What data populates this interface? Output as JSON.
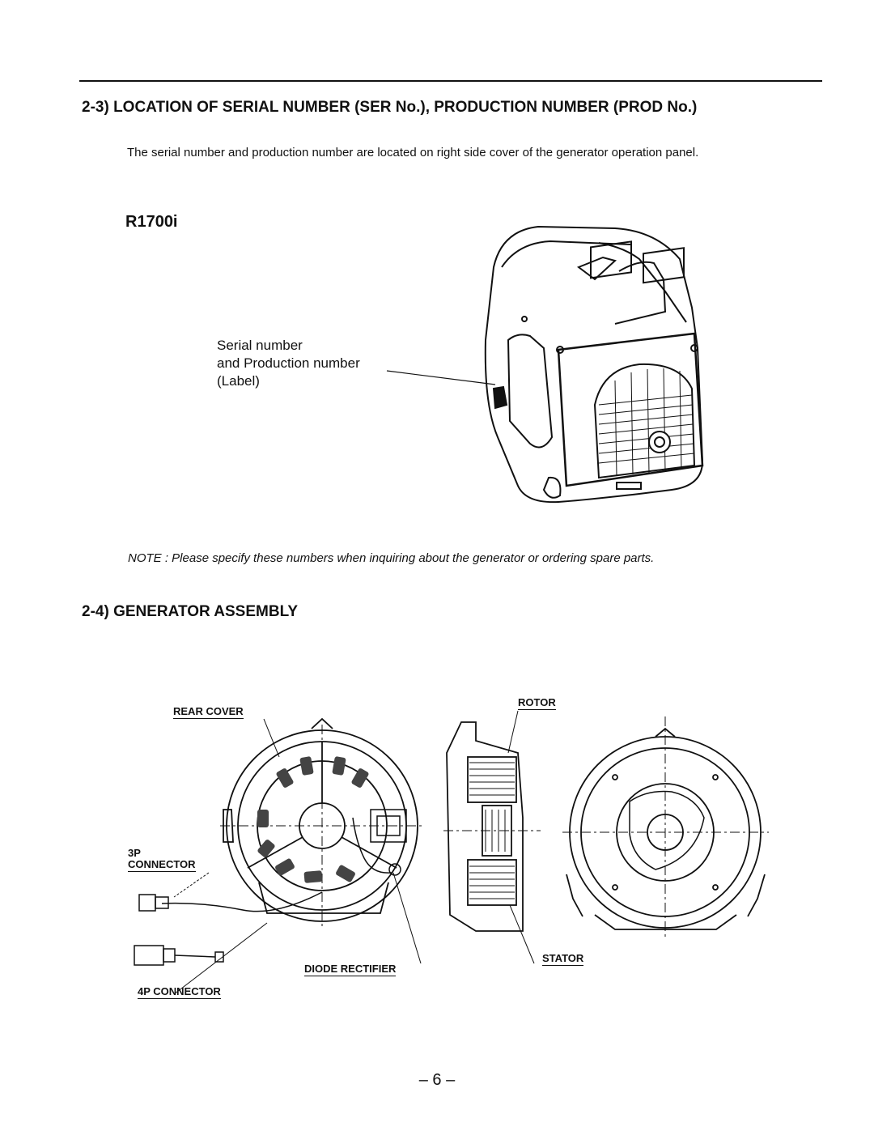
{
  "section_2_3": {
    "title": "2-3) LOCATION OF SERIAL NUMBER (SER No.), PRODUCTION NUMBER (PROD No.)",
    "text": "The serial number and production number are located on right side cover of the generator operation panel.",
    "model": "R1700i",
    "callout": {
      "line1": "Serial number",
      "line2": "and Production number",
      "line3": "(Label)"
    },
    "note": "NOTE : Please specify these numbers when inquiring about the generator or ordering spare parts."
  },
  "section_2_4": {
    "title": "2-4) GENERATOR ASSEMBLY",
    "labels": {
      "rear_cover": "REAR COVER",
      "rotor": "ROTOR",
      "connector_3p_line1": "3P",
      "connector_3p_line2": "CONNECTOR",
      "stator": "STATOR",
      "diode_rectifier": "DIODE RECTIFIER",
      "connector_4p": "4P CONNECTOR"
    }
  },
  "page_number": "– 6 –"
}
